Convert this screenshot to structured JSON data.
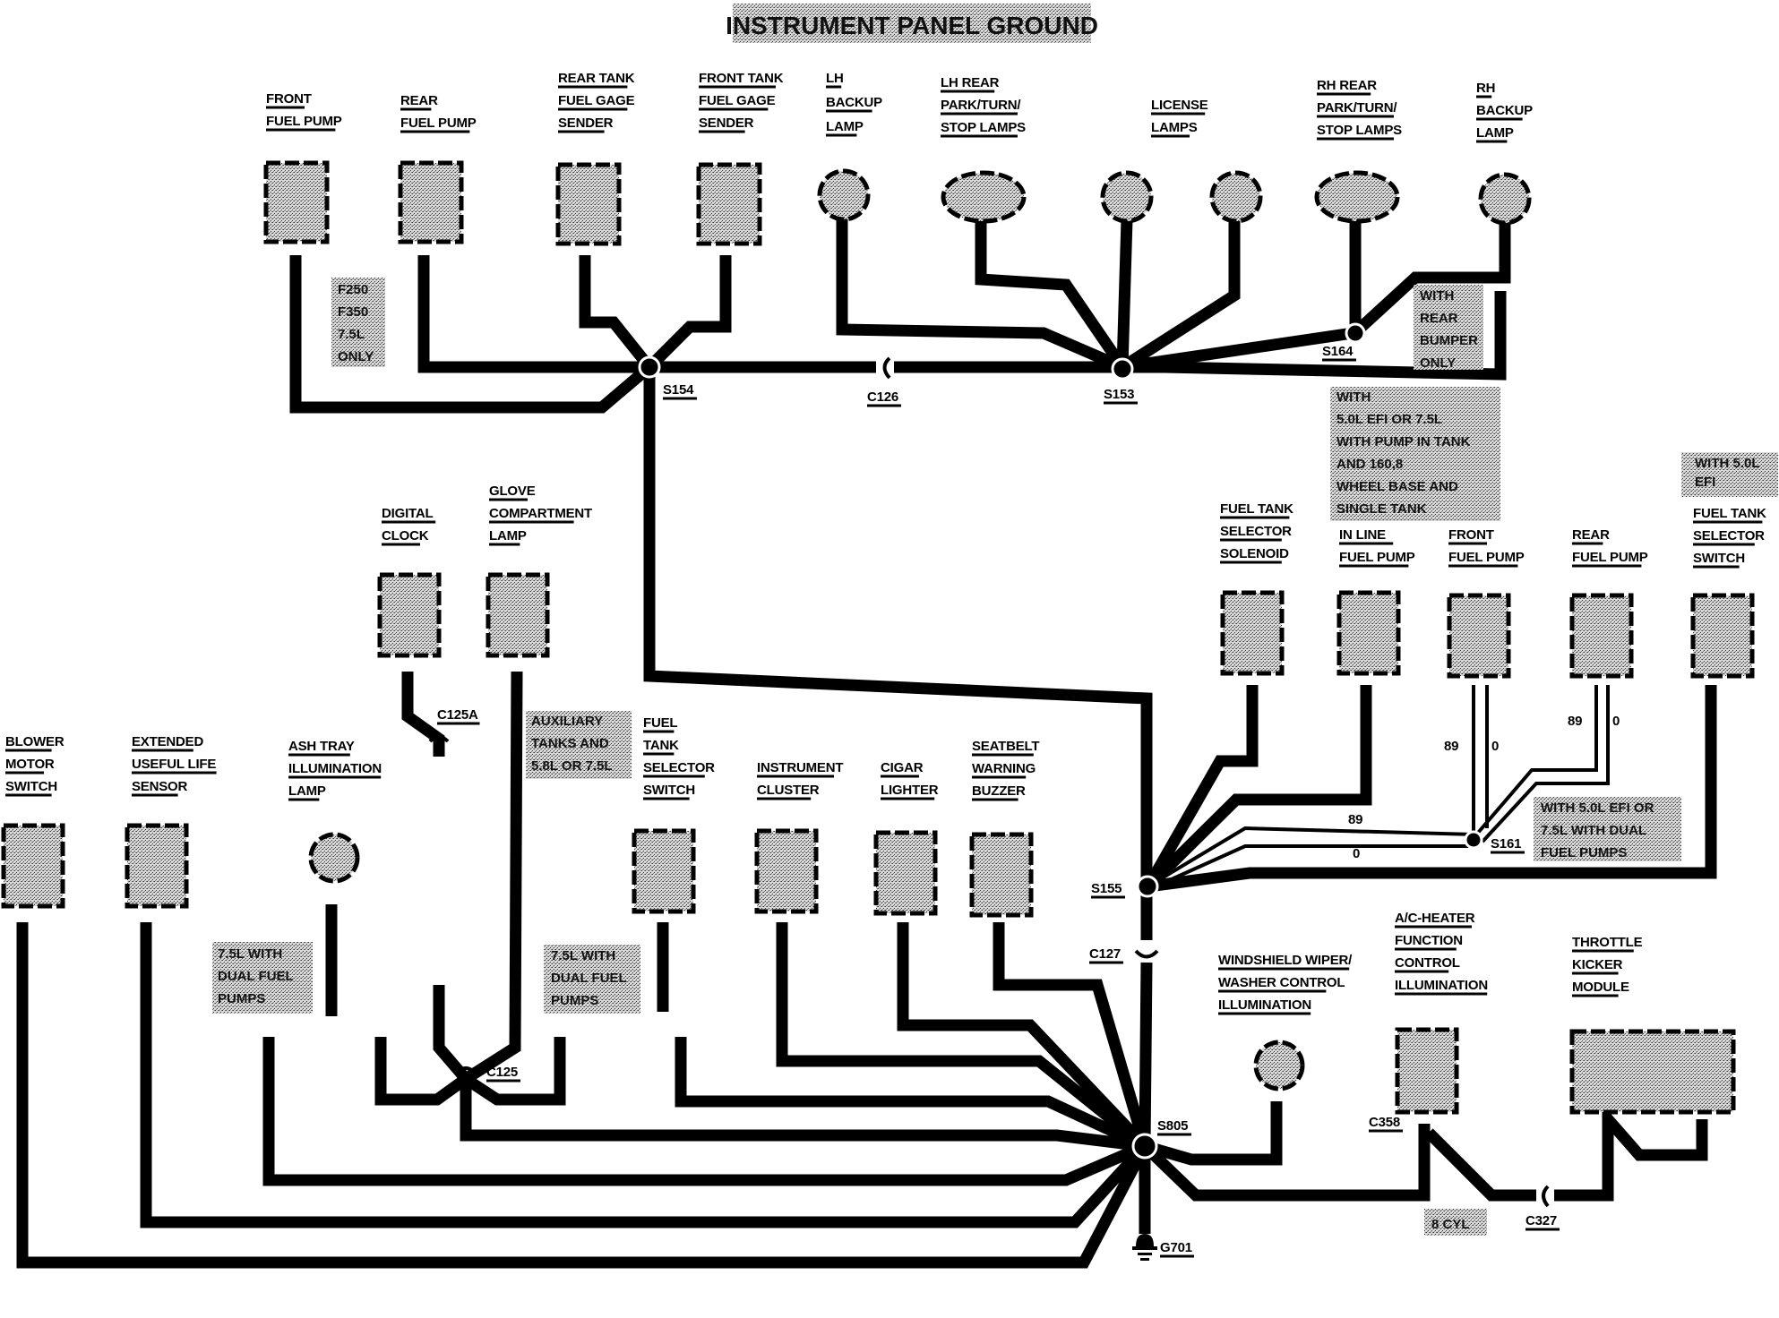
{
  "title": "INSTRUMENT PANEL GROUND",
  "components": {
    "front_fuel_pump_top": [
      "FRONT",
      "FUEL PUMP"
    ],
    "rear_fuel_pump_top": [
      "REAR",
      "FUEL PUMP"
    ],
    "rear_tank_sender": [
      "REAR TANK",
      "FUEL GAGE",
      "SENDER"
    ],
    "front_tank_sender": [
      "FRONT TANK",
      "FUEL GAGE",
      "SENDER"
    ],
    "lh_backup_lamp": [
      "LH",
      "BACKUP",
      "LAMP"
    ],
    "lh_rear_lamps": [
      "LH REAR",
      "PARK/TURN/",
      "STOP LAMPS"
    ],
    "license_lamps": [
      "LICENSE",
      "LAMPS"
    ],
    "rh_rear_lamps": [
      "RH REAR",
      "PARK/TURN/",
      "STOP LAMPS"
    ],
    "rh_backup_lamp": [
      "RH",
      "BACKUP",
      "LAMP"
    ],
    "digital_clock": [
      "DIGITAL",
      "CLOCK"
    ],
    "glove_compartment_lamp": [
      "GLOVE",
      "COMPARTMENT",
      "LAMP"
    ],
    "fuel_tank_selector_solenoid": [
      "FUEL TANK",
      "SELECTOR",
      "SOLENOID"
    ],
    "in_line_fuel_pump": [
      "IN LINE",
      "FUEL PUMP"
    ],
    "front_fuel_pump_right": [
      "FRONT",
      "FUEL PUMP"
    ],
    "rear_fuel_pump_right": [
      "REAR",
      "FUEL PUMP"
    ],
    "fuel_tank_selector_switch_right": [
      "FUEL TANK",
      "SELECTOR",
      "SWITCH"
    ],
    "blower_motor_switch": [
      "BLOWER",
      "MOTOR",
      "SWITCH"
    ],
    "extended_useful_life_sensor": [
      "EXTENDED",
      "USEFUL LIFE",
      "SENSOR"
    ],
    "ash_tray_lamp": [
      "ASH TRAY",
      "ILLUMINATION",
      "LAMP"
    ],
    "fuel_tank_selector_switch_left": [
      "FUEL",
      "TANK",
      "SELECTOR",
      "SWITCH"
    ],
    "instrument_cluster": [
      "INSTRUMENT",
      "CLUSTER"
    ],
    "cigar_lighter": [
      "CIGAR",
      "LIGHTER"
    ],
    "seatbelt_buzzer": [
      "SEATBELT",
      "WARNING",
      "BUZZER"
    ],
    "wiper_illumination": [
      "WINDSHIELD WIPER/",
      "WASHER CONTROL",
      "ILLUMINATION"
    ],
    "ac_heater_illumination": [
      "A/C-HEATER",
      "FUNCTION",
      "CONTROL",
      "ILLUMINATION"
    ],
    "throttle_kicker": [
      "THROTTLE",
      "KICKER",
      "MODULE"
    ]
  },
  "notes": {
    "f250": [
      "F250",
      "F350",
      "7.5L",
      "ONLY"
    ],
    "rear_bumper": [
      "WITH",
      "REAR",
      "BUMPER",
      "ONLY"
    ],
    "efi_single_tank": [
      "WITH",
      "5.0L EFI OR 7.5L",
      "WITH PUMP IN TANK",
      "AND 160,8",
      "WHEEL BASE AND",
      "SINGLE TANK"
    ],
    "efi_only": [
      "WITH 5.0L",
      "EFI"
    ],
    "aux_tanks": [
      "AUXILIARY",
      "TANKS AND",
      "5.8L OR 7.5L"
    ],
    "dual_pumps_left": [
      "7.5L WITH",
      "DUAL FUEL",
      "PUMPS"
    ],
    "dual_pumps_mid": [
      "7.5L WITH",
      "DUAL FUEL",
      "PUMPS"
    ],
    "dual_pumps_right": [
      "WITH 5.0L EFI OR",
      "7.5L WITH DUAL",
      "FUEL PUMPS"
    ],
    "eight_cyl": [
      "8 CYL"
    ]
  },
  "splices": {
    "s154": "S154",
    "s153": "S153",
    "s164": "S164",
    "s155": "S155",
    "s161": "S161",
    "s805": "S805"
  },
  "connectors": {
    "c126": "C126",
    "c125a": "C125A",
    "c125": "C125",
    "c127": "C127",
    "c358": "C358",
    "c327": "C327"
  },
  "ground": "G701",
  "wire_colors": {
    "w89_a": "89",
    "w0_a": "0",
    "w89_b": "89",
    "w0_b": "0",
    "w89_c": "89",
    "w0_c": "0"
  }
}
